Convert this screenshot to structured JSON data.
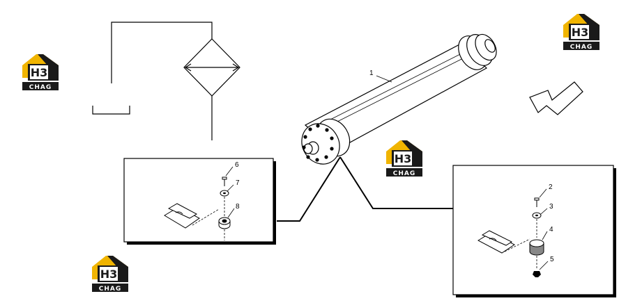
{
  "logo": {
    "mark": "H3",
    "wordmark": "CHAG",
    "colors": {
      "house": "#f0b400",
      "body": "#1a1a1a",
      "text": "#ffffff"
    }
  },
  "diagram": {
    "callouts": [
      "1",
      "2",
      "3",
      "4",
      "5",
      "6",
      "7",
      "8"
    ],
    "icons": [
      "filter-symbol-icon",
      "direction-arrow-icon"
    ]
  }
}
